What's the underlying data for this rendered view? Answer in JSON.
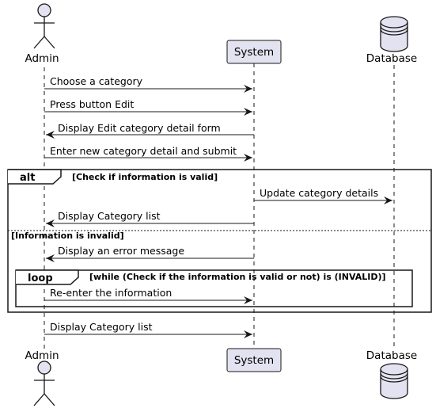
{
  "participants": {
    "admin": {
      "label": "Admin",
      "kind": "actor"
    },
    "system": {
      "label": "System",
      "kind": "participant"
    },
    "database": {
      "label": "Database",
      "kind": "database"
    }
  },
  "messages": [
    {
      "from": "admin",
      "to": "system",
      "label": "Choose a category"
    },
    {
      "from": "admin",
      "to": "system",
      "label": "Press button Edit"
    },
    {
      "from": "system",
      "to": "admin",
      "label": "Display Edit category detail form"
    },
    {
      "from": "admin",
      "to": "system",
      "label": "Enter new category detail and submit"
    },
    {
      "from": "system",
      "to": "database",
      "label": "Update category details"
    },
    {
      "from": "system",
      "to": "admin",
      "label": "Display Category list"
    },
    {
      "from": "system",
      "to": "admin",
      "label": "Display an error message"
    },
    {
      "from": "admin",
      "to": "system",
      "label": "Re-enter the information"
    },
    {
      "from": "admin",
      "to": "system",
      "label": "Display Category list"
    }
  ],
  "fragments": {
    "alt": {
      "keyword": "alt",
      "condition": "[Check if information is valid]",
      "else_condition": "[Information is invalid]"
    },
    "loop": {
      "keyword": "loop",
      "condition": "[while (Check if the information is valid or not) is (INVALID)]"
    }
  },
  "colors": {
    "participant_fill": "#e2e2f0",
    "participant_stroke": "#181818",
    "lifeline": "#181818",
    "arrow": "#181818"
  }
}
